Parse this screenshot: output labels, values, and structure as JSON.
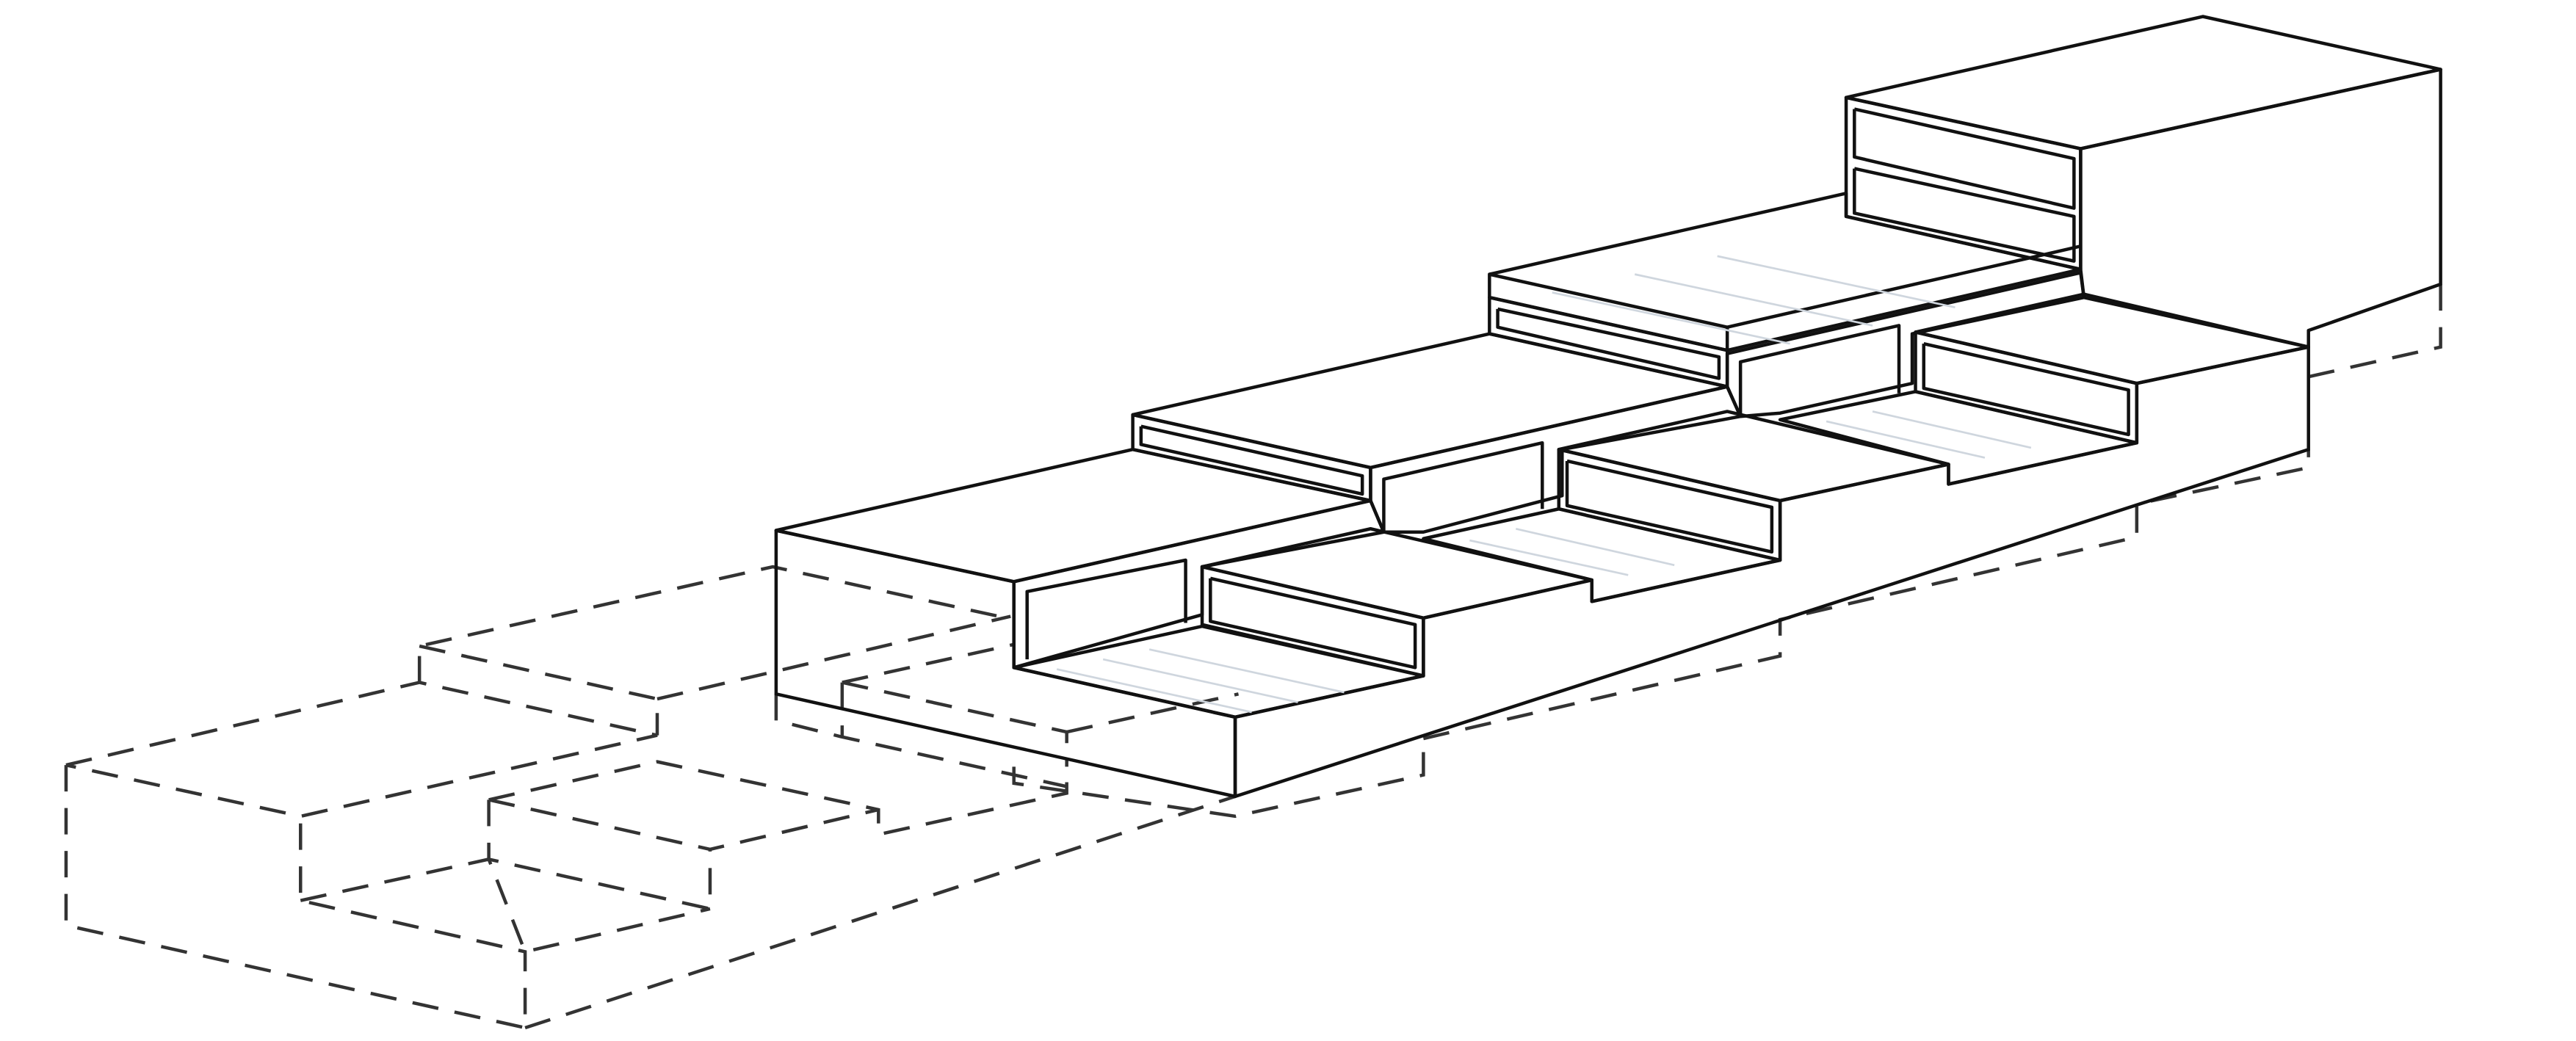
{
  "diagram": {
    "kind": "isometric-stair-massing",
    "colors": {
      "top_face": "#527ca8",
      "side_face": "#80bffe",
      "front_face": "#bddcff",
      "tread": "#ffffff",
      "edge": "#111111",
      "ghost_edge": "#333333"
    },
    "solid_tiers": 3,
    "ghost_tiers": 3,
    "labels": []
  }
}
